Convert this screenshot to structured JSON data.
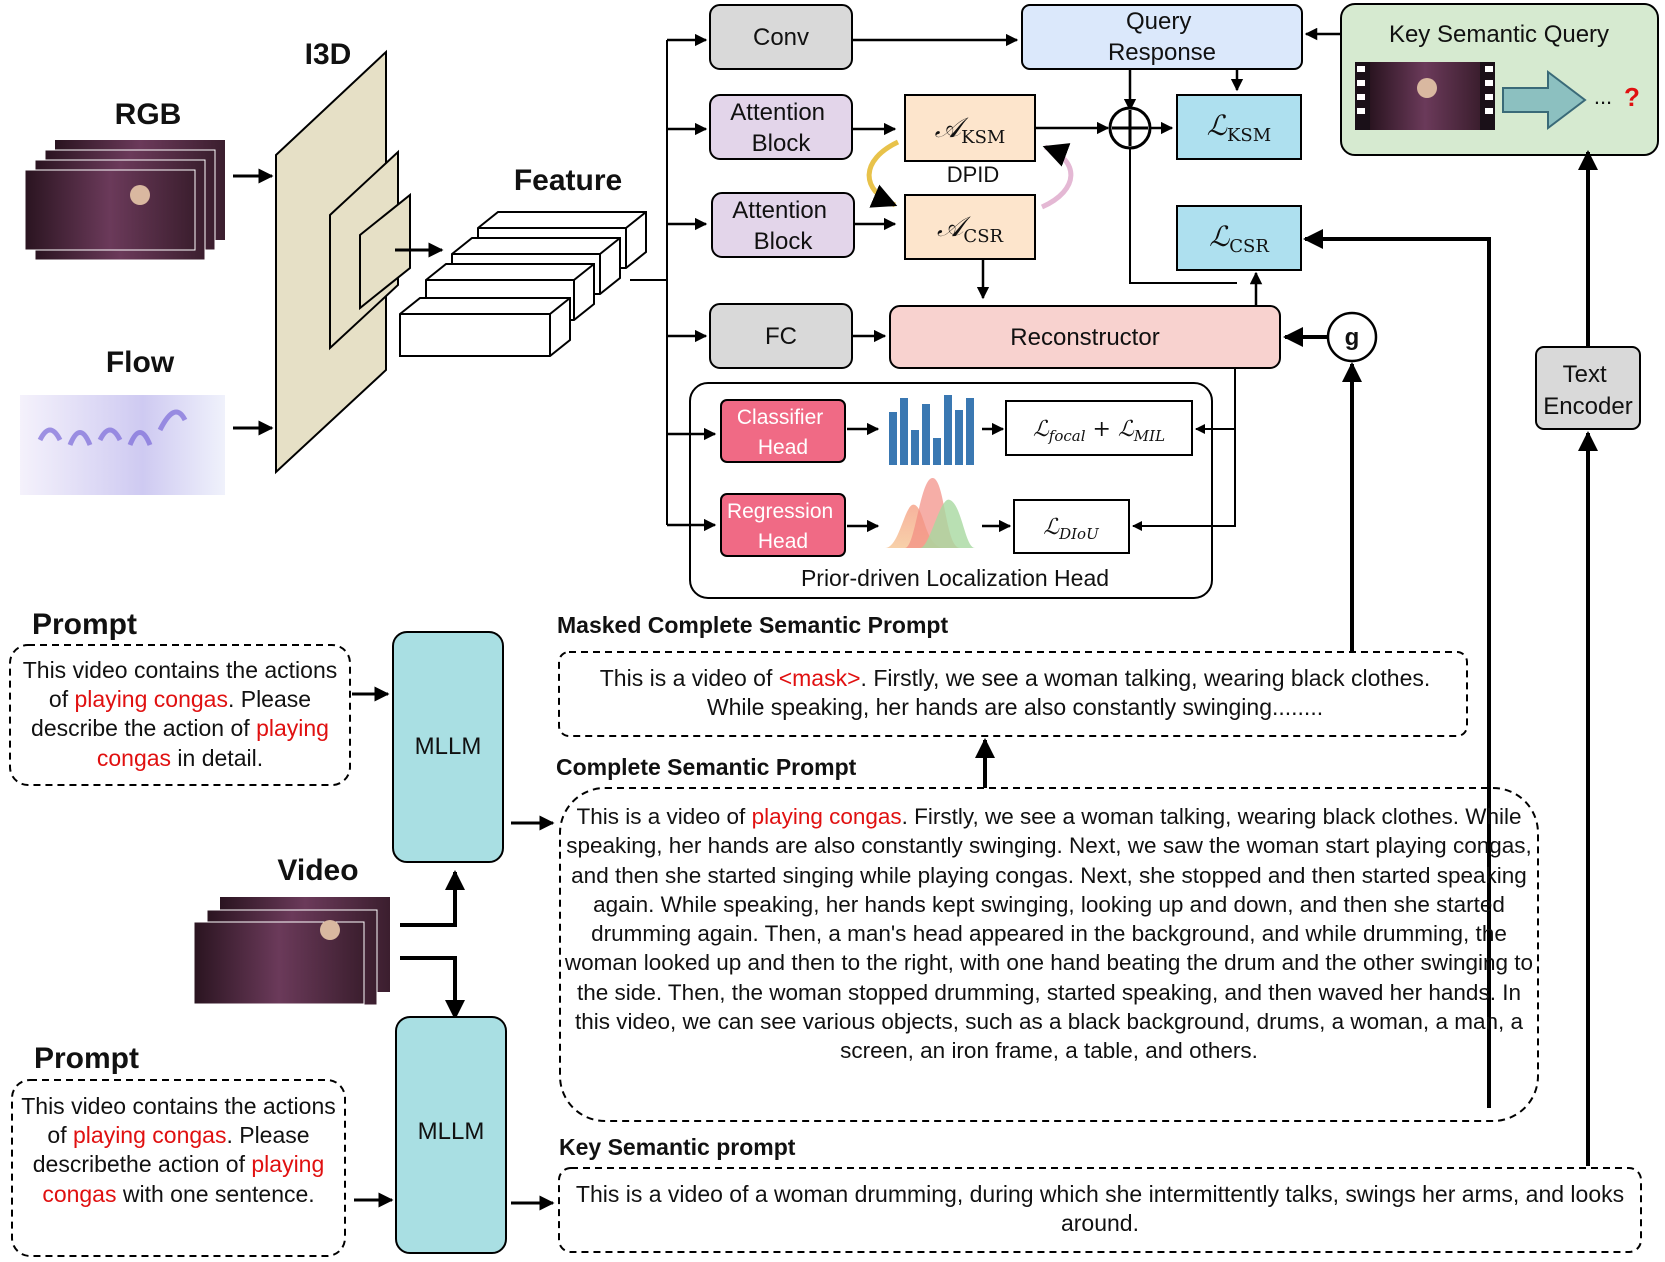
{
  "labels": {
    "i3d": "I3D",
    "rgb": "RGB",
    "flow": "Flow",
    "feature": "Feature",
    "conv": "Conv",
    "attention_block": "Attention Block",
    "fc": "FC",
    "query_response": "Query Response",
    "key_semantic_query": "Key Semantic Query",
    "dpid": "DPID",
    "reconstructor": "Reconstructor",
    "g": "g",
    "classifier_head": "Classifier Head",
    "regression_head": "Regression Head",
    "prior_head": "Prior-driven Localization Head",
    "text_encoder": "Text Encoder",
    "mllm": "MLLM",
    "video": "Video",
    "prompt": "Prompt",
    "ellipsis": "...",
    "question": "?"
  },
  "math": {
    "a_ksm": "A_KSM",
    "a_csr": "A_CSR",
    "l_ksm": "L_KSM",
    "l_csr": "L_CSR",
    "l_focal_mil": "L_focal + L_MIL",
    "l_diou": "L_DIoU"
  },
  "prompt_top": {
    "a": "This video contains the actions of ",
    "red1": "playing congas",
    "b": ". Please describe the action of ",
    "red2": "playing congas",
    "c": " in detail."
  },
  "prompt_bottom": {
    "a": "This video contains the actions of ",
    "red1": "playing congas",
    "b": ". Please describethe action of ",
    "red2": "playing congas",
    "c": " with one sentence."
  },
  "masked_prompt": {
    "title": "Masked Complete Semantic Prompt",
    "a": "This is a video of ",
    "mask": "<mask>",
    "b": ". Firstly, we see a woman talking, wearing black clothes. While speaking, her hands are also constantly swinging........"
  },
  "complete_prompt": {
    "title": "Complete Semantic Prompt",
    "a": "This is a video of ",
    "red": "playing congas",
    "b": ". Firstly, we see a woman talking, wearing black clothes. While speaking, her hands are also constantly swinging. Next, we saw the woman start playing congas, and then she started singing while playing congas. Next, she stopped and then started speaking again. While speaking, her hands kept swinging, looking up and down, and then she started drumming again. Then, a man's head appeared in the background, and while drumming, the woman looked up and then to the right, with one hand beating the drum and the other swinging to the side. Then, the woman stopped drumming, started speaking, and then waved her hands. In this video, we can see various objects, such as a black background, drums, a woman, a man, a screen, an iron frame, a table, and others."
  },
  "key_prompt": {
    "title": "Key Semantic prompt",
    "text": "This is a video of a woman drumming, during which she intermittently talks, swings her arms, and looks around."
  },
  "colors": {
    "gray_box": "#d9d9d9",
    "purple_box": "#e3d5ea",
    "orange_box": "#fde5cc",
    "blue_box": "#dbe8fb",
    "cyan_box": "#aee0ef",
    "pink_box": "#f8d2cf",
    "red_head": "#f06a85",
    "green_panel": "#d6ead0",
    "mllm": "#a9dfe3",
    "i3d": "#e6e0c6",
    "bars": "#3a78b2",
    "highlight": "#e01010"
  }
}
